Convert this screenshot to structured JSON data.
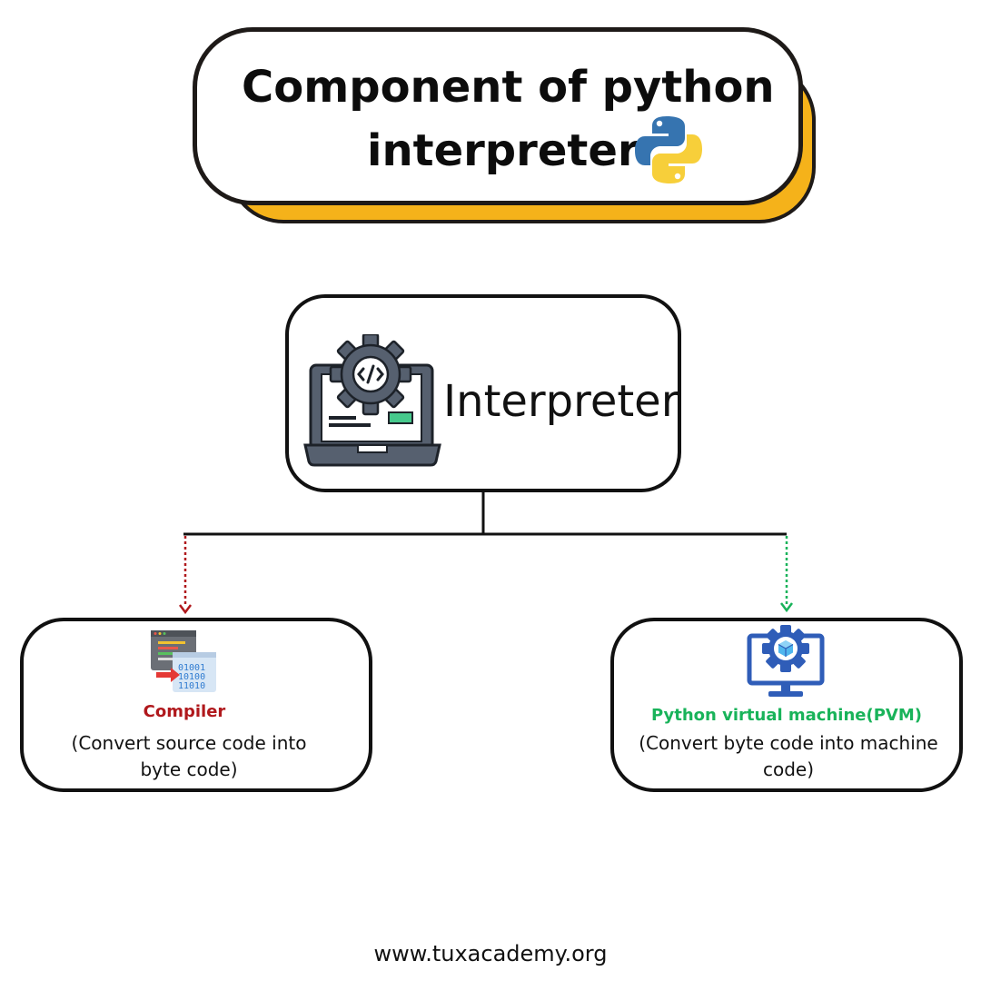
{
  "title": {
    "line1": "Component of python",
    "line2": "interpreter"
  },
  "interpreter": {
    "label": "Interpreter"
  },
  "compiler": {
    "title": "Compiler",
    "description_line1": "(Convert source code into",
    "description_line2": "byte code)"
  },
  "pvm": {
    "title": "Python virtual machine(PVM)",
    "description_line1": "(Convert byte code into machine",
    "description_line2": "code)"
  },
  "footer": {
    "url": "www.tuxacademy.org"
  },
  "colors": {
    "title_shadow": "#f5b21a",
    "compiler_accent": "#b0181c",
    "pvm_accent": "#19b35a",
    "outline": "#111111"
  },
  "icons": {
    "title": "python-logo-icon",
    "interpreter": "laptop-gear-code-icon",
    "compiler": "code-to-binary-icon",
    "pvm": "monitor-gear-cube-icon"
  }
}
